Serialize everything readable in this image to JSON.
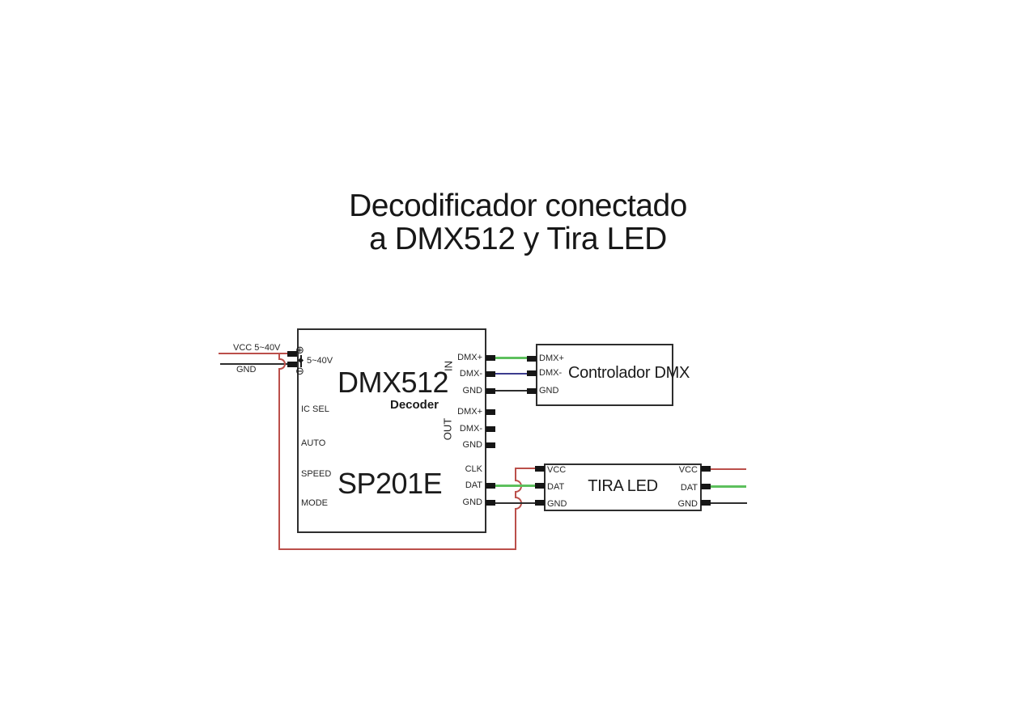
{
  "title": {
    "line1": "Decodificador conectado",
    "line2": "a DMX512 y Tira LED"
  },
  "power_input": {
    "vcc_label": "VCC 5~40V",
    "gnd_label": "GND"
  },
  "decoder": {
    "name": "DMX512",
    "subtitle": "Decoder",
    "model": "SP201E",
    "power_plus": "⊕",
    "power_minus": "⊖",
    "power_range": "5~40V",
    "left_pins": [
      "IC SEL",
      "AUTO",
      "SPEED",
      "MODE"
    ],
    "in_label": "IN",
    "in_pins": [
      "DMX+",
      "DMX-",
      "GND"
    ],
    "out_label": "OUT",
    "out_pins": [
      "DMX+",
      "DMX-",
      "GND"
    ],
    "data_pins": [
      "CLK",
      "DAT",
      "GND"
    ]
  },
  "dmx_controller": {
    "name": "Controlador DMX",
    "pins": [
      "DMX+",
      "DMX-",
      "GND"
    ]
  },
  "led_strip": {
    "name": "TIRA LED",
    "left_pins": [
      "VCC",
      "DAT",
      "GND"
    ],
    "right_pins": [
      "VCC",
      "DAT",
      "GND"
    ]
  },
  "colors": {
    "wire_red": "#bb4f4a",
    "wire_green": "#5dc05d",
    "wire_blue": "#3c3c8e",
    "wire_black": "#2e2e2e",
    "terminal": "#161616"
  }
}
